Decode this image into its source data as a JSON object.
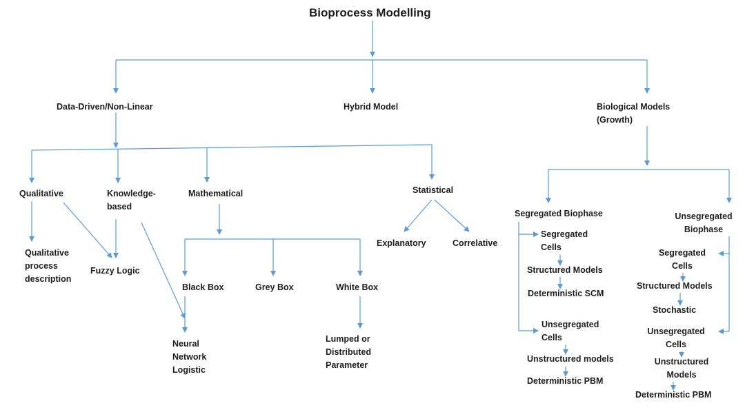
{
  "title": "Bioprocess Modelling",
  "colors": {
    "connector": "#5b9bd5",
    "text": "#1e1e1e",
    "background": "#ffffff"
  },
  "nodes": {
    "data_driven": "Data-Driven/Non-Linear",
    "hybrid": "Hybrid Model",
    "biological": "Biological Models\n(Growth)",
    "qualitative": "Qualitative",
    "knowledge_based": "Knowledge-\nbased",
    "mathematical": "Mathematical",
    "statistical": "Statistical",
    "qualitative_process": "Qualitative\nprocess\ndescription",
    "fuzzy_logic": "Fuzzy Logic",
    "black_box": "Black Box",
    "grey_box": "Grey Box",
    "white_box": "White Box",
    "neural_network": "Neural\nNetwork\nLogistic",
    "lumped": "Lumped or\nDistributed\nParameter",
    "explanatory": "Explanatory",
    "correlative": "Correlative",
    "segregated_biophase": "Segregated Biophase",
    "seg_cells_1": "Segregated\nCells",
    "structured_1": "Structured Models",
    "deterministic_scm": "Deterministic SCM",
    "unseg_cells_1": "Unsegregated\nCells",
    "unstructured_1": "Unstructured models",
    "deterministic_pbm_1": "Deterministic PBM",
    "unsegregated_biophase": "Unsegregated\nBiophase",
    "seg_cells_2": "Segregated\nCells",
    "structured_2": "Structured Models",
    "stochastic": "Stochastic",
    "unseg_cells_2": "Unsegregated\nCells",
    "unstructured_2": "Unstructured\nModels",
    "deterministic_pbm_2": "Deterministic PBM"
  }
}
